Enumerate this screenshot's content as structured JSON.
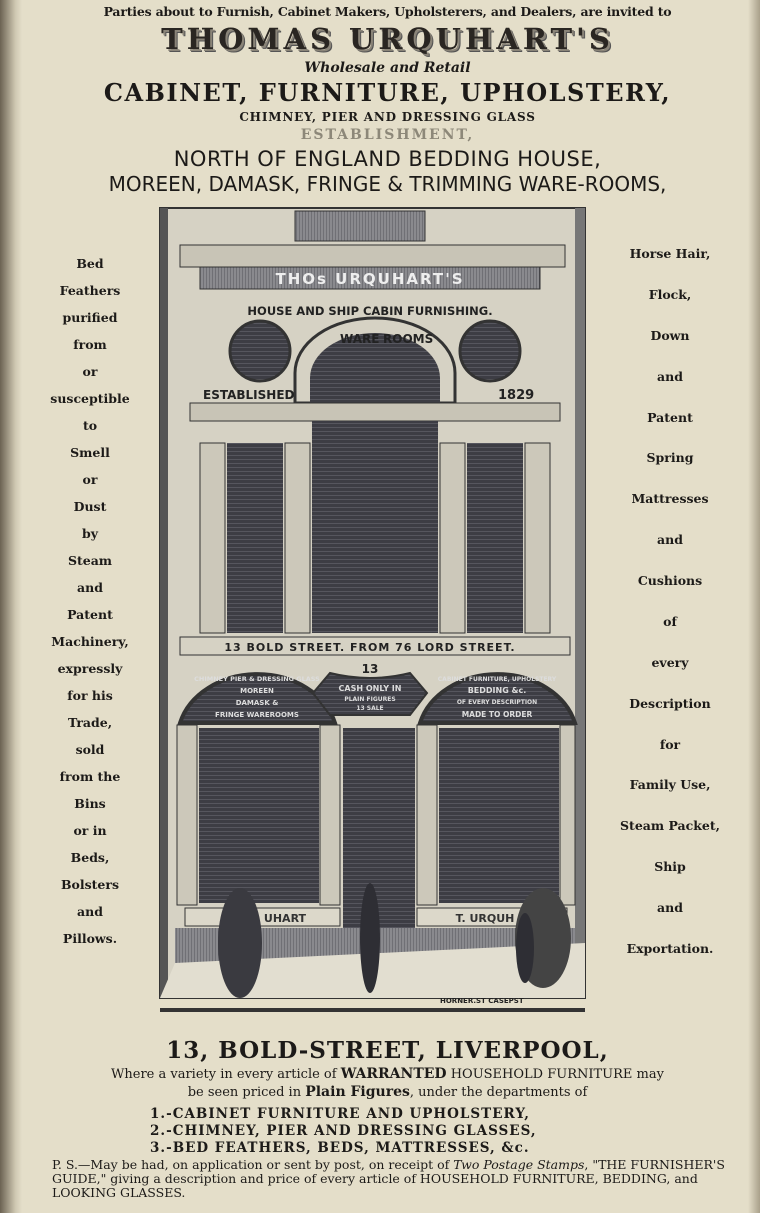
{
  "header": {
    "intro": "Parties about to Furnish, Cabinet Makers, Upholsterers, and Dealers, are invited to",
    "name": "THOMAS URQUHART'S",
    "wholesale": "Wholesale and Retail",
    "cabinet": "CABINET, FURNITURE, UPHOLSTERY,",
    "chimney": "CHIMNEY, PIER AND DRESSING GLASS",
    "establishment": "ESTABLISHMENT,",
    "north": "NORTH OF ENGLAND BEDDING HOUSE,",
    "moreen": "MOREEN, DAMASK, FRINGE & TRIMMING WARE-ROOMS,"
  },
  "left_column": [
    "Bed",
    "Feathers",
    "purified",
    "from",
    "or",
    "susceptible",
    "to",
    "Smell",
    "or",
    "Dust",
    "by",
    "Steam",
    "and",
    "Patent",
    "Machinery,",
    "expressly",
    "for his",
    "Trade,",
    "sold",
    "from the",
    "Bins",
    "or in",
    "Beds,",
    "Bolsters",
    "and",
    "Pillows."
  ],
  "right_column": [
    "Horse Hair,",
    "Flock,",
    "Down",
    "and",
    "Patent",
    "Spring",
    "Mattresses",
    "and",
    "Cushions",
    "of",
    "every",
    "Description",
    "for",
    "Family Use,",
    "Steam Packet,",
    "Ship",
    "and",
    "Exportation."
  ],
  "engraving": {
    "sign_top": "THOs URQUHART'S",
    "furnishing": "HOUSE AND SHIP CABIN FURNISHING.",
    "ware": "WARE",
    "rooms": "ROOMS",
    "established": "ESTABLISHED",
    "year": "1829",
    "street_band": "13 BOLD STREET. FROM 76 LORD STREET.",
    "number": "13",
    "left_arch": [
      "CHIMNEY PIER & DRESSING GLASS",
      "MOREEN",
      "DAMASK &",
      "FRINGE WAREROOMS"
    ],
    "center_sign": [
      "CASH ONLY IN",
      "PLAIN FIGURES",
      "13 SALE"
    ],
    "right_arch": [
      "CABINET FURNITURE, UPHOLSTERY",
      "BEDDING &c.",
      "OF EVERY DESCRIPTION",
      "MADE TO ORDER"
    ],
    "fascia_left": "UHART",
    "fascia_right": "T. URQUH",
    "engraver": "HORNER.ST CASEPST"
  },
  "footer": {
    "address": "13, BOLD-STREET, LIVERPOOL,",
    "line1_a": "Where a variety in every article of ",
    "line1_b": "WARRANTED",
    "line1_c": " HOUSEHOLD FURNITURE may",
    "line2_a": "be seen priced in ",
    "line2_b": "Plain Figures",
    "line2_c": ", under the departments of",
    "departments": [
      "1.-CABINET FURNITURE AND UPHOLSTERY,",
      "2.-CHIMNEY, PIER AND DRESSING GLASSES,",
      "3.-BED FEATHERS, BEDS, MATTRESSES, &c."
    ],
    "ps_a": "P. S.—May be had, on application or sent by post, on receipt of ",
    "ps_b": "Two Postage Stamps",
    "ps_c": ", \"THE FURNISHER'S GUIDE,\" giving a description and price of every article of HOUSEHOLD FURNITURE, BEDDING, and LOOKING GLASSES."
  }
}
